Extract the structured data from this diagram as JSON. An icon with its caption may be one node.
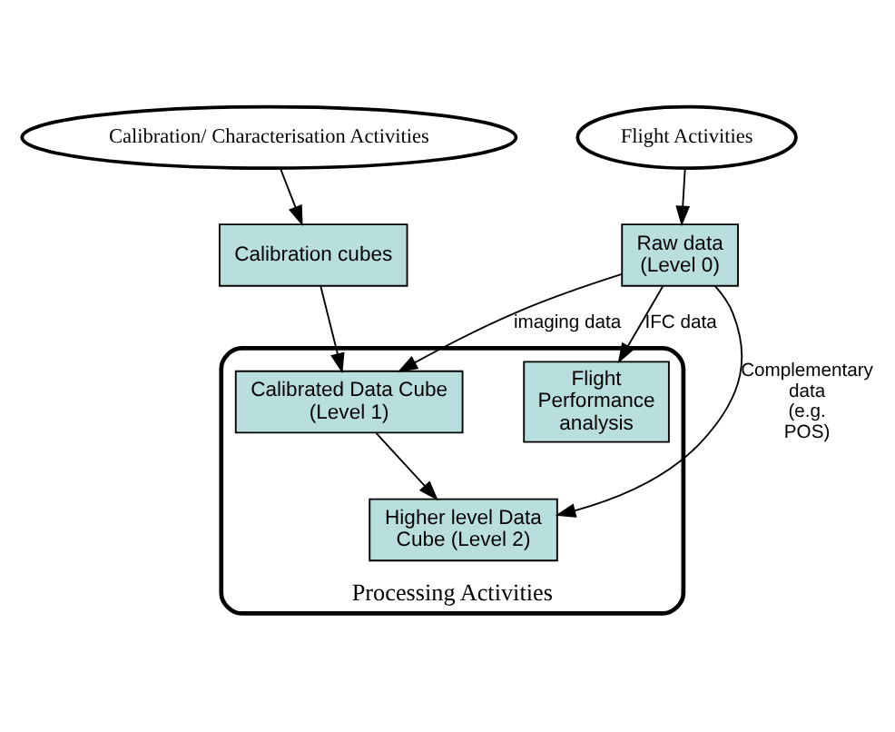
{
  "diagram": {
    "nodes": [
      {
        "text": [
          "Calibration/ Characterisation Activities"
        ]
      },
      {
        "text": [
          "Flight Activities"
        ]
      },
      {
        "text": [
          "Calibration cubes"
        ]
      },
      {
        "text": [
          "Raw data (Level 0)"
        ]
      },
      {
        "text": [
          "Processing Activities"
        ]
      },
      {
        "text": [
          "Calibrated Data Cube (Level 1)"
        ],
        "in": 4
      },
      {
        "text": [
          "Flight Performance analysis"
        ],
        "in": 4
      },
      {
        "text": [
          "Higher level Data Cube (Level 2)"
        ],
        "in": 4
      }
    ],
    "edges": [
      {
        "from": 0,
        "to": 2,
        "arrow": "to"
      },
      {
        "from": 1,
        "to": 3,
        "arrow": "to"
      },
      {
        "from": 2,
        "to": 5,
        "arrow": "to"
      },
      {
        "from": 3,
        "to": 5,
        "arrow": "to",
        "label": "imaging data"
      },
      {
        "from": 3,
        "to": 6,
        "arrow": "to",
        "label": "IFC data"
      },
      {
        "from": 5,
        "to": 7,
        "arrow": "to"
      },
      {
        "from": 3,
        "to": 7,
        "arrow": "to",
        "label": "Complementary data (e.g. POS)"
      }
    ]
  }
}
